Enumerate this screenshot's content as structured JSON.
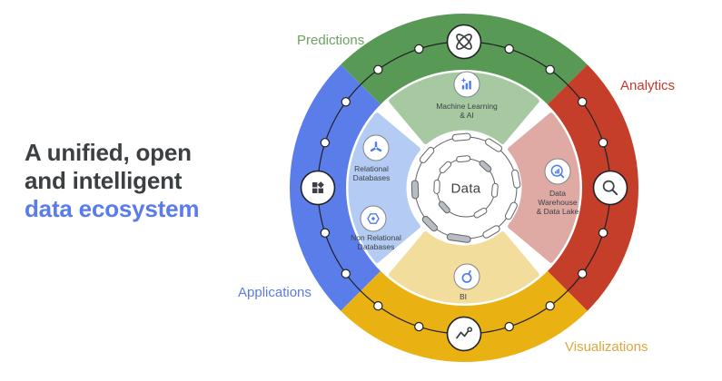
{
  "headline": {
    "line1": "A unified, open",
    "line2": "and intelligent",
    "line3": "data ecosystem",
    "text_color": "#3c4043",
    "accent_color": "#5a7bea"
  },
  "diagram": {
    "center_label": "Data",
    "outer_segments": [
      {
        "label": "Predictions",
        "position": "top",
        "color": "#589a55",
        "label_color": "#6aa35e",
        "icon": "atom-knot-icon"
      },
      {
        "label": "Analytics",
        "position": "right",
        "color": "#c43e2a",
        "label_color": "#c5392b",
        "icon": "magnifier-icon"
      },
      {
        "label": "Visualizations",
        "position": "bottom",
        "color": "#e9b112",
        "label_color": "#e2a63a",
        "icon": "trend-line-icon"
      },
      {
        "label": "Applications",
        "position": "left",
        "color": "#5b7de9",
        "label_color": "#5a7be8",
        "icon": "app-tiles-icon"
      }
    ],
    "inner_segments": [
      {
        "lines": [
          "Machine Learning",
          "& AI"
        ],
        "position": "top",
        "color": "#a6c9a2",
        "icon": "ml-sparkle-icon"
      },
      {
        "lines": [
          "Data",
          "Warehouse",
          "& Data Lake"
        ],
        "position": "right",
        "color": "#dfaaa4",
        "icon": "search-insights-icon"
      },
      {
        "lines": [
          "BI"
        ],
        "position": "bottom",
        "color": "#f2dd9d",
        "icon": "looker-icon"
      },
      {
        "lines": [
          "Relational",
          "Databases"
        ],
        "position": "left-upper",
        "color": "#b4cbf4",
        "icon": "branch-node-icon"
      },
      {
        "lines": [
          "Non Relational",
          "Databases"
        ],
        "position": "left-lower",
        "color": "#b4cbf4",
        "icon": "hexagon-database-icon"
      }
    ]
  }
}
